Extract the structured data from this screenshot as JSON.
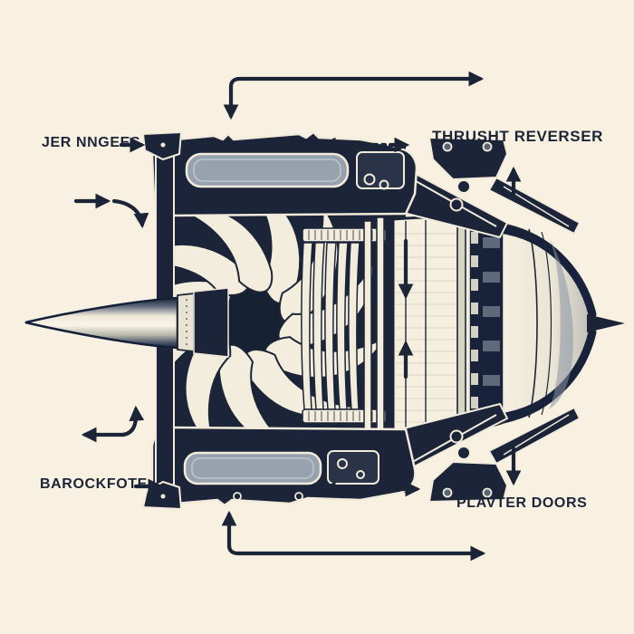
{
  "palette": {
    "background": "#f8f1e2",
    "ink": "#1c2538",
    "panel_gray": "#98a2ae",
    "blade_cream": "#f3edde"
  },
  "labels": {
    "top_left": "JER NNGEES",
    "top_right": "THRUSHT REVERSER",
    "bottom_left": "BAROCKFOTE",
    "bottom_right": "PLAVTER DOORS"
  }
}
